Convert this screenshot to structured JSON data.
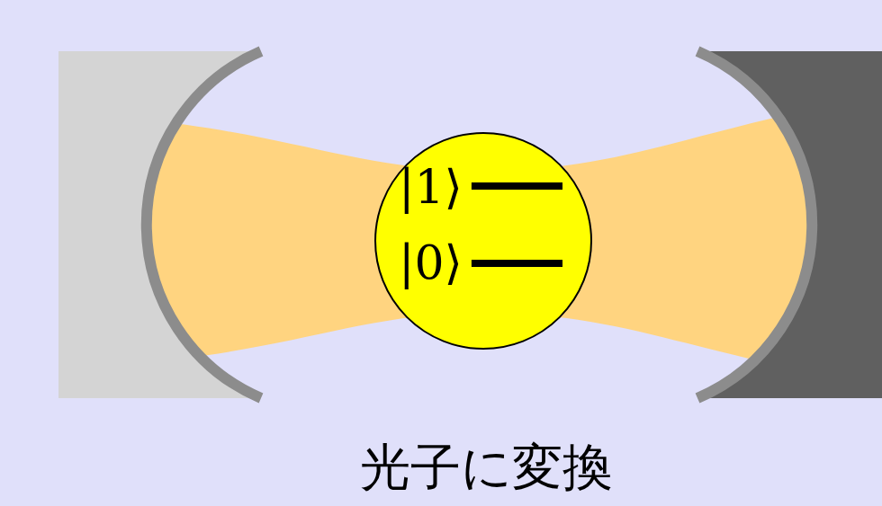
{
  "diagram": {
    "caption": "光子に変換",
    "nodes": [
      {
        "text": [
          "|1⟩",
          "|0⟩"
        ]
      }
    ]
  }
}
